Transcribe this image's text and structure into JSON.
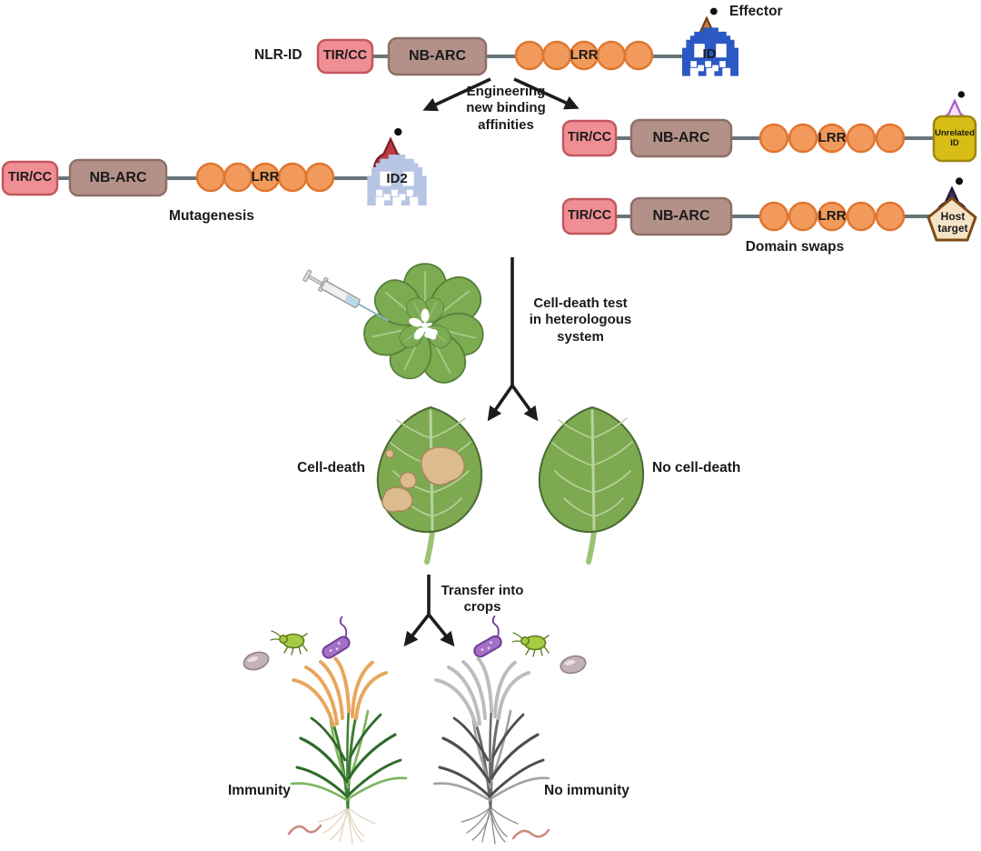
{
  "labels": {
    "nlr_id": "NLR-ID",
    "tir_cc": "TIR/CC",
    "nb_arc": "NB-ARC",
    "lrr": "LRR",
    "id": "ID",
    "effector": "Effector",
    "engineering": "Engineering\nnew binding\naffinities",
    "id2": "ID2",
    "mutagenesis": "Mutagenesis",
    "unrelated_id": "Unrelated\nID",
    "host_target": "Host\ntarget",
    "domain_swaps": "Domain swaps",
    "cell_death_test": "Cell-death test\nin heterologous\nsystem",
    "cell_death": "Cell-death",
    "no_cell_death": "No cell-death",
    "transfer_crops": "Transfer into\ncrops",
    "immunity": "Immunity",
    "no_immunity": "No immunity"
  },
  "constructs": [
    {
      "name": "NLR-ID",
      "domains": [
        "TIR/CC",
        "NB-ARC",
        "LRR",
        "ID"
      ],
      "partner": "Effector"
    },
    {
      "name": "Mutagenesis",
      "domains": [
        "TIR/CC",
        "NB-ARC",
        "LRR",
        "ID2"
      ]
    },
    {
      "name": "Domain swaps (unrelated ID)",
      "domains": [
        "TIR/CC",
        "NB-ARC",
        "LRR",
        "Unrelated ID"
      ]
    },
    {
      "name": "Domain swaps (host target)",
      "domains": [
        "TIR/CC",
        "NB-ARC",
        "LRR",
        "Host target"
      ]
    }
  ],
  "flow_steps": [
    "Engineering new binding affinities",
    "Cell-death test in heterologous system",
    "Transfer into crops"
  ],
  "outcomes": {
    "assay": [
      "Cell-death",
      "No cell-death"
    ],
    "crop": [
      "Immunity",
      "No immunity"
    ]
  },
  "colors": {
    "tir_cc_fill": "#EF8E93",
    "tir_cc_stroke": "#C4565E",
    "nb_arc_fill": "#B39189",
    "nb_arc_stroke": "#8D6F67",
    "lrr_fill": "#F19A5B",
    "lrr_stroke": "#E0762F",
    "id_ghost_blue": "#2B59C3",
    "id2_ghost_lavender": "#B7C5E4",
    "effector_orange": "#CD7F3E",
    "effector_red": "#BF3A43",
    "effector_pink": "#F6E3F6",
    "effector_purple": "#443157",
    "unrelated_id_fill": "#D9BD17",
    "host_target_fill": "#F4E3C5",
    "leaf_green": "#7DA951",
    "necrosis_tan": "#DCBC8E",
    "connector_grey": "#66757A",
    "arrow_black": "#1C1C1C",
    "panicle_orange": "#E9A55B",
    "grey_plant": "#A2A2A2"
  }
}
